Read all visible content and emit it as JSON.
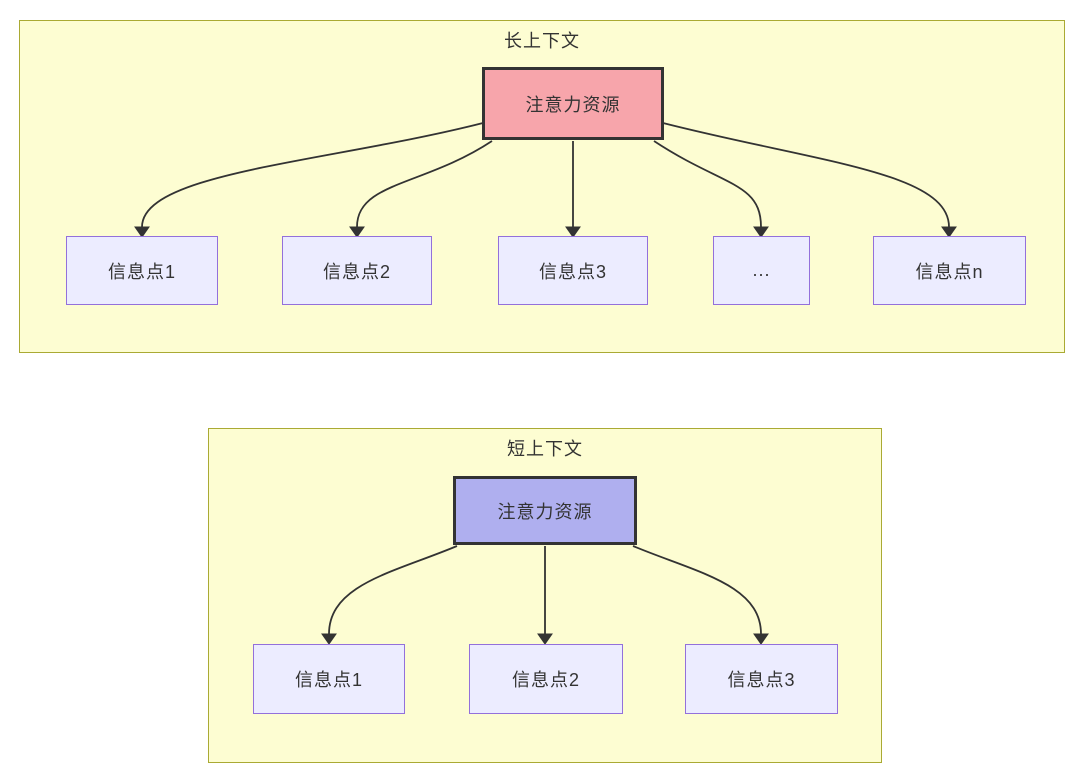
{
  "diagram": {
    "type": "flowchart",
    "sections": [
      {
        "title": "长上下文",
        "root": {
          "label": "注意力资源"
        },
        "children": [
          {
            "label": "信息点1"
          },
          {
            "label": "信息点2"
          },
          {
            "label": "信息点3"
          },
          {
            "label": "..."
          },
          {
            "label": "信息点n"
          }
        ]
      },
      {
        "title": "短上下文",
        "root": {
          "label": "注意力资源"
        },
        "children": [
          {
            "label": "信息点1"
          },
          {
            "label": "信息点2"
          },
          {
            "label": "信息点3"
          }
        ]
      }
    ],
    "colors": {
      "section_fill": "#fdfdd2",
      "section_border": "#aaaa33",
      "info_node_fill": "#ececff",
      "info_node_border": "#9370db",
      "root_fill_long_context": "#f7a5ab",
      "root_fill_short_context": "#afafef",
      "root_border": "#333333",
      "arrow": "#333333",
      "text": "#333333"
    }
  }
}
